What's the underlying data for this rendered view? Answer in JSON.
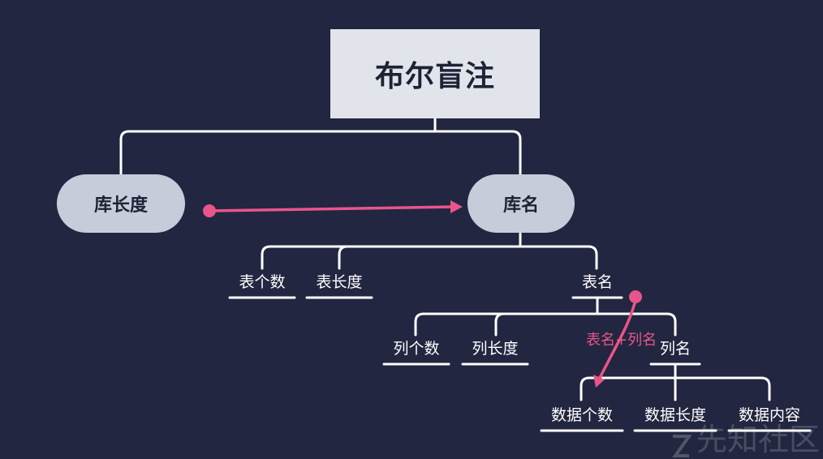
{
  "root": {
    "label": "布尔盲注"
  },
  "level1": {
    "db_length": "库长度",
    "db_name": "库名"
  },
  "tables": {
    "count": "表个数",
    "length": "表长度",
    "name": "表名"
  },
  "columns": {
    "count": "列个数",
    "length": "列长度",
    "name": "列名"
  },
  "data": {
    "count": "数据个数",
    "length": "数据长度",
    "content": "数据内容"
  },
  "annotation": {
    "label": "表名+列名"
  },
  "watermark": {
    "text": "先知社区"
  },
  "colors": {
    "background": "#222640",
    "line": "#ffffff",
    "accent": "#e8558a",
    "root_fill": "#e1e4eb",
    "pill_fill": "#c6ccd9"
  }
}
